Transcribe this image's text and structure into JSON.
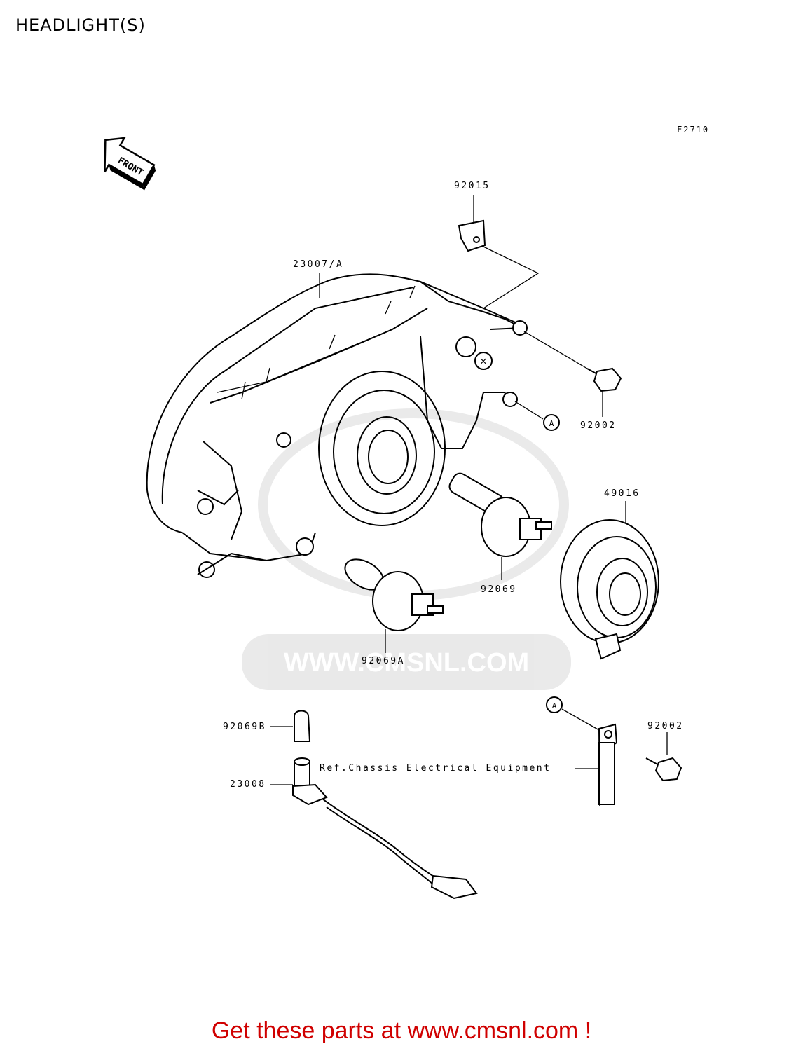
{
  "header": {
    "title": "HEADLIGHT(S)"
  },
  "figure_code": "F2710",
  "direction_marker": "FRONT",
  "watermark": "WWW.CMSNL.COM",
  "parts": {
    "p92015": "92015",
    "p23007": "23007/A",
    "p92002_top": "92002",
    "p49016": "49016",
    "p92069": "92069",
    "p92069a": "92069A",
    "p92069b": "92069B",
    "p23008": "23008",
    "p92002_bottom": "92002"
  },
  "reference_note": "Ref.Chassis Electrical Equipment",
  "callout_letter": "A",
  "footer": {
    "text": "Get these parts at www.cmsnl.com !"
  },
  "colors": {
    "footer_text": "#d00000",
    "watermark": "#d8d8d8"
  }
}
